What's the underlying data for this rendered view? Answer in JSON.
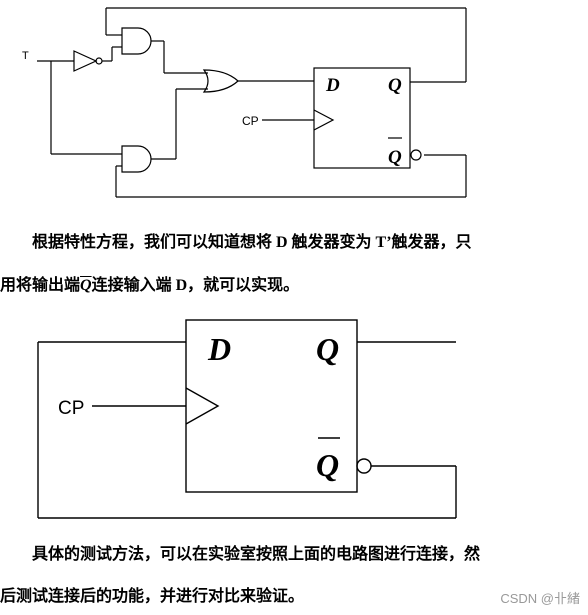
{
  "diagram1": {
    "input_label": "T",
    "clock_label": "CP",
    "flipflop": {
      "d_label": "D",
      "q_label": "Q",
      "qbar_label": "Q"
    }
  },
  "paragraph1": {
    "line1": "根据特性方程，我们可以知道想将 D 触发器变为 T’触发器，只",
    "line2_pre": "用将输出端",
    "line2_q": "Q",
    "line2_post": "连接输入端 D，就可以实现。"
  },
  "diagram2": {
    "clock_label": "CP",
    "flipflop": {
      "d_label": "D",
      "q_label": "Q",
      "qbar_label": "Q"
    }
  },
  "paragraph2": {
    "line1": "具体的测试方法，可以在实验室按照上面的电路图进行连接，然",
    "line2": "后测试连接后的功能，并进行对比来验证。"
  },
  "watermark": "CSDN @卝緒"
}
